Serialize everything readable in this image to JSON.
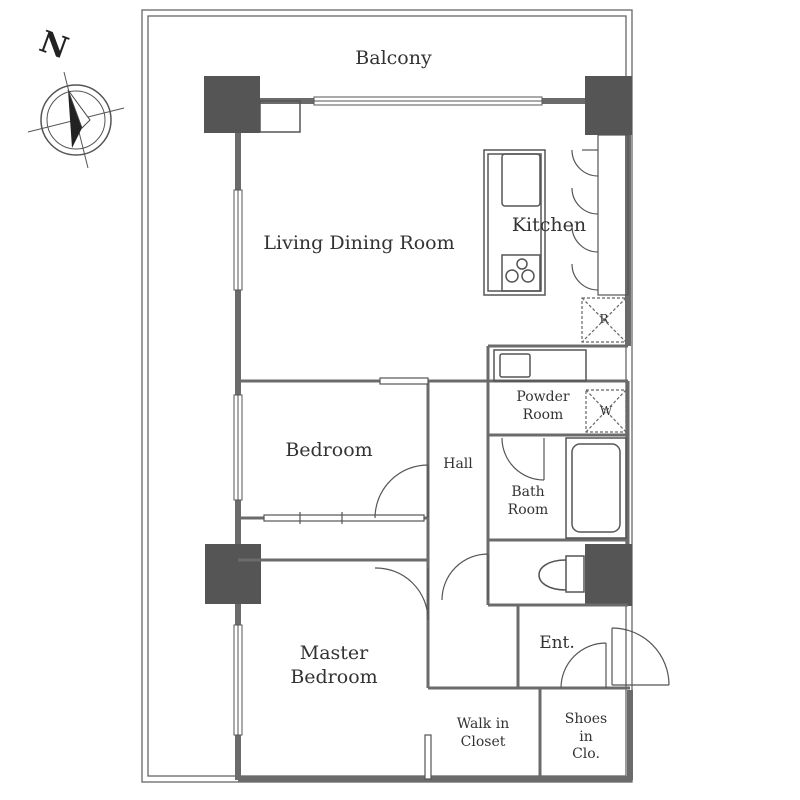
{
  "compass": {
    "north_label": "N"
  },
  "rooms": {
    "balcony": "Balcony",
    "living_dining": "Living Dining Room",
    "kitchen": "Kitchen",
    "refrigerator_mark": "R",
    "powder_room": "Powder\nRoom",
    "washer_mark": "W",
    "bedroom": "Bedroom",
    "hall": "Hall",
    "bath_room": "Bath\nRoom",
    "master_bedroom": "Master\nBedroom",
    "entrance": "Ent.",
    "walk_in_closet": "Walk in\nCloset",
    "shoes_closet": "Shoes\nin\nClo."
  },
  "colors": {
    "wall": "#6b6b6b",
    "column": "#555555",
    "line": "#555555"
  }
}
